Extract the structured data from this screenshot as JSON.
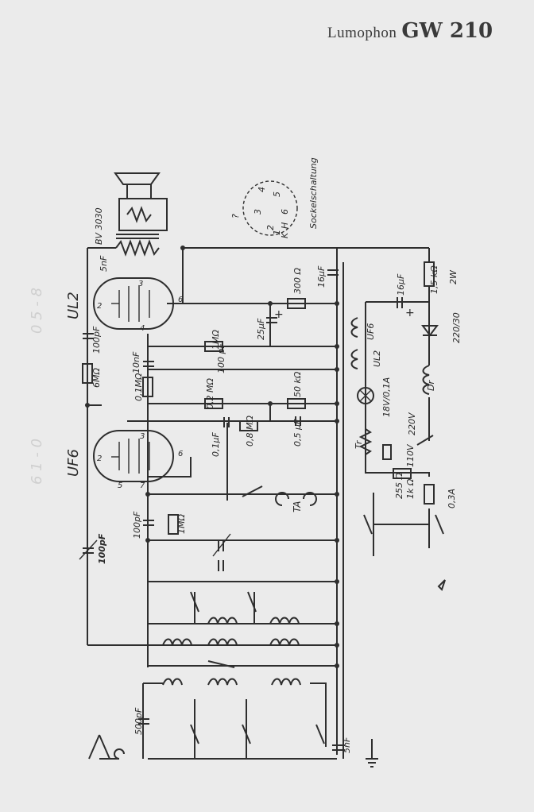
{
  "title": {
    "brand": "Lumophon",
    "model": "GW 210"
  },
  "tubes": {
    "ul2": "UL2",
    "uf6": "UF6"
  },
  "labels": {
    "speaker_transformer": "BV 3030",
    "c_5nf_top": "5nF",
    "c_100pf_ul2": "100pF",
    "r_6mohm": "6MΩ",
    "c_10nf": "10nF",
    "r_01mohm": "0,1MΩ",
    "r_1mohm_top": "1MΩ",
    "c_25uf": "25µF",
    "c_100pf_mid": "100 pF",
    "r_300": "300 Ω",
    "c_16uf_a": "16µF",
    "c_16uf_b": "16µF",
    "r_02mohm": "0,2 MΩ",
    "r_50k": "50 kΩ",
    "c_01uf": "0,1µF",
    "r_08mohm": "0,8 MΩ",
    "c_05uf": "0,5 µF",
    "c_100pf_uf6": "100pF",
    "r_1mohm_grid": "1MΩ",
    "c_100pf_trim": "100pF",
    "ta": "TA",
    "c_500pf": "500pF",
    "c_5nf_bottom": "5nF",
    "r_15k": "1,5 kΩ",
    "r_15k_w": "2W",
    "rect": "220/30",
    "choke": "Dr",
    "heater_uf6": "UF6",
    "heater_ul2": "UL2",
    "lamp": "18V/0,1A",
    "tr": "Tr",
    "v220": "220V",
    "v110": "110V",
    "r_255": "255 Ω",
    "r_1k": "1k Ω",
    "fuse": "0,3A",
    "pin_label": "Sockelschaltung",
    "pin_h1": "H",
    "pin_h2": "H",
    "pin_1": "1",
    "pin_2": "2",
    "pin_3": "3",
    "pin_4": "4",
    "pin_5": "5",
    "pin_6": "6",
    "pin_k": "K",
    "pin_mark": "?",
    "ul2_pin2": "2",
    "ul2_pin3": "3",
    "ul2_pin4": "4",
    "ul2_pin6": "6",
    "uf6_pin2": "2",
    "uf6_pin3": "3",
    "uf6_pin5": "5",
    "uf6_pin6": "6",
    "uf6_pin7": "7",
    "margin_a": "0 5 - 8",
    "margin_b": "6 1 - 0",
    "plus1": "+",
    "plus2": "+"
  }
}
